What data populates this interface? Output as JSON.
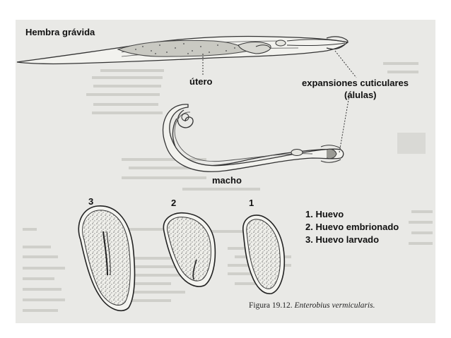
{
  "labels": {
    "female": "Hembra grávida",
    "uterus": "útero",
    "alae_line1": "expansiones cuticulares",
    "alae_line2": "(álulas)",
    "male": "macho",
    "egg3_num": "3",
    "egg2_num": "2",
    "egg1_num": "1"
  },
  "legend": [
    {
      "num": "1.",
      "text": "Huevo"
    },
    {
      "num": "2.",
      "text": "Huevo embrionado"
    },
    {
      "num": "3.",
      "text": "Huevo larvado"
    }
  ],
  "caption": {
    "prefix": "Figura 19.12.",
    "species": "Enterobius vermicularis."
  }
}
